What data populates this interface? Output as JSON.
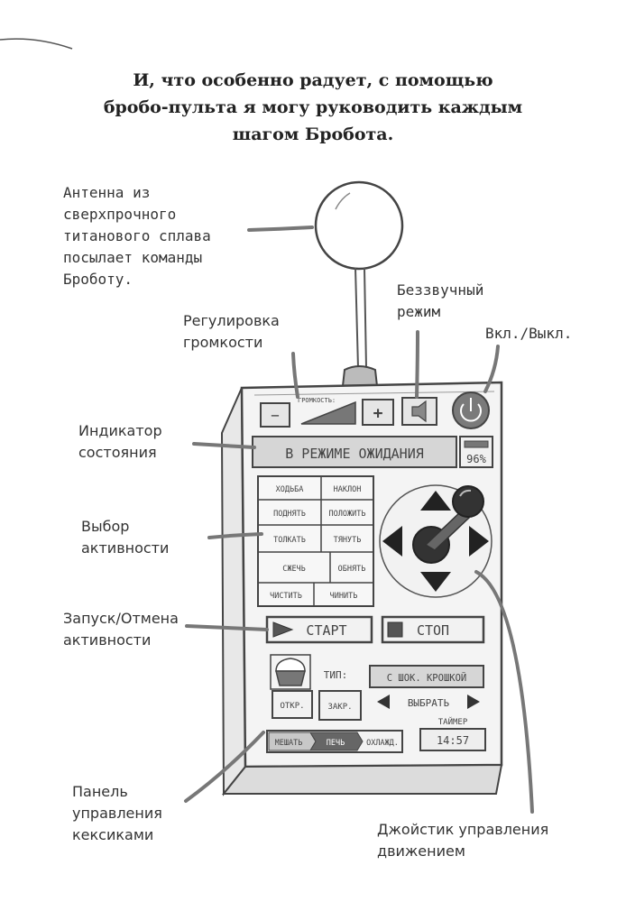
{
  "intro": {
    "line1": "И, что особенно радует, с помощью",
    "line2": "бробо-пульта я могу руководить каждым",
    "line3": "шагом Бробота."
  },
  "callouts": {
    "antenna": "Антенна из\nсверхпрочного\nтитанового сплава\nпосылает команды\nБроботу.",
    "mute": "Беззвучный\nрежим",
    "volume": "Регулировка\nгромкости",
    "power": "Вкл./Выкл.",
    "status": "Индикатор\nсостояния",
    "activity": "Выбор\nактивности",
    "start_cancel": "Запуск/Отмена\nактивности",
    "cupcake": "Панель\nуправления\nкексиками",
    "joystick": "Джойстик управления\nдвижением"
  },
  "remote": {
    "volume_label": "ГРОМКОСТЬ:",
    "minus": "−",
    "plus": "+",
    "status_text": "В РЕЖИМЕ ОЖИДАНИЯ",
    "battery": "96%",
    "activities": [
      "ХОДЬБА",
      "НАКЛОН",
      "ПОДНЯТЬ",
      "ПОЛОЖИТЬ",
      "ТОЛКАТЬ",
      "ТЯНУТЬ",
      "СЖЕЧЬ",
      "ОБНЯТЬ",
      "ЧИСТИТЬ",
      "ЧИНИТЬ"
    ],
    "start": "СТАРТ",
    "stop": "СТОП",
    "type_label": "ТИП:",
    "type_value": "С ШОК. КРОШКОЙ",
    "open": "ОТКР.",
    "close": "ЗАКР.",
    "select": "ВЫБРАТЬ",
    "timer_label": "ТАЙМЕР",
    "timer_value": "14:57",
    "stage_mix": "МЕШАТЬ",
    "stage_bake": "ПЕЧЬ",
    "stage_cool": "ОХЛАЖД."
  }
}
